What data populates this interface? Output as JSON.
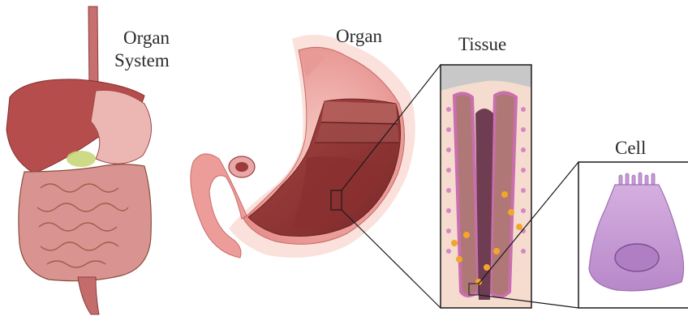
{
  "labels": {
    "organ_system_line1": "Organ",
    "organ_system_line2": "System",
    "organ": "Organ",
    "tissue": "Tissue",
    "cell": "Cell"
  },
  "colors": {
    "organ_pink": "#e9a7a6",
    "organ_dark": "#9c3b3d",
    "liver": "#b64d4d",
    "intestine": "#d98d88",
    "tissue_bg": "#f3d5c6",
    "cell_purple": "#c79ad6",
    "outline": "#1a1a1a"
  }
}
